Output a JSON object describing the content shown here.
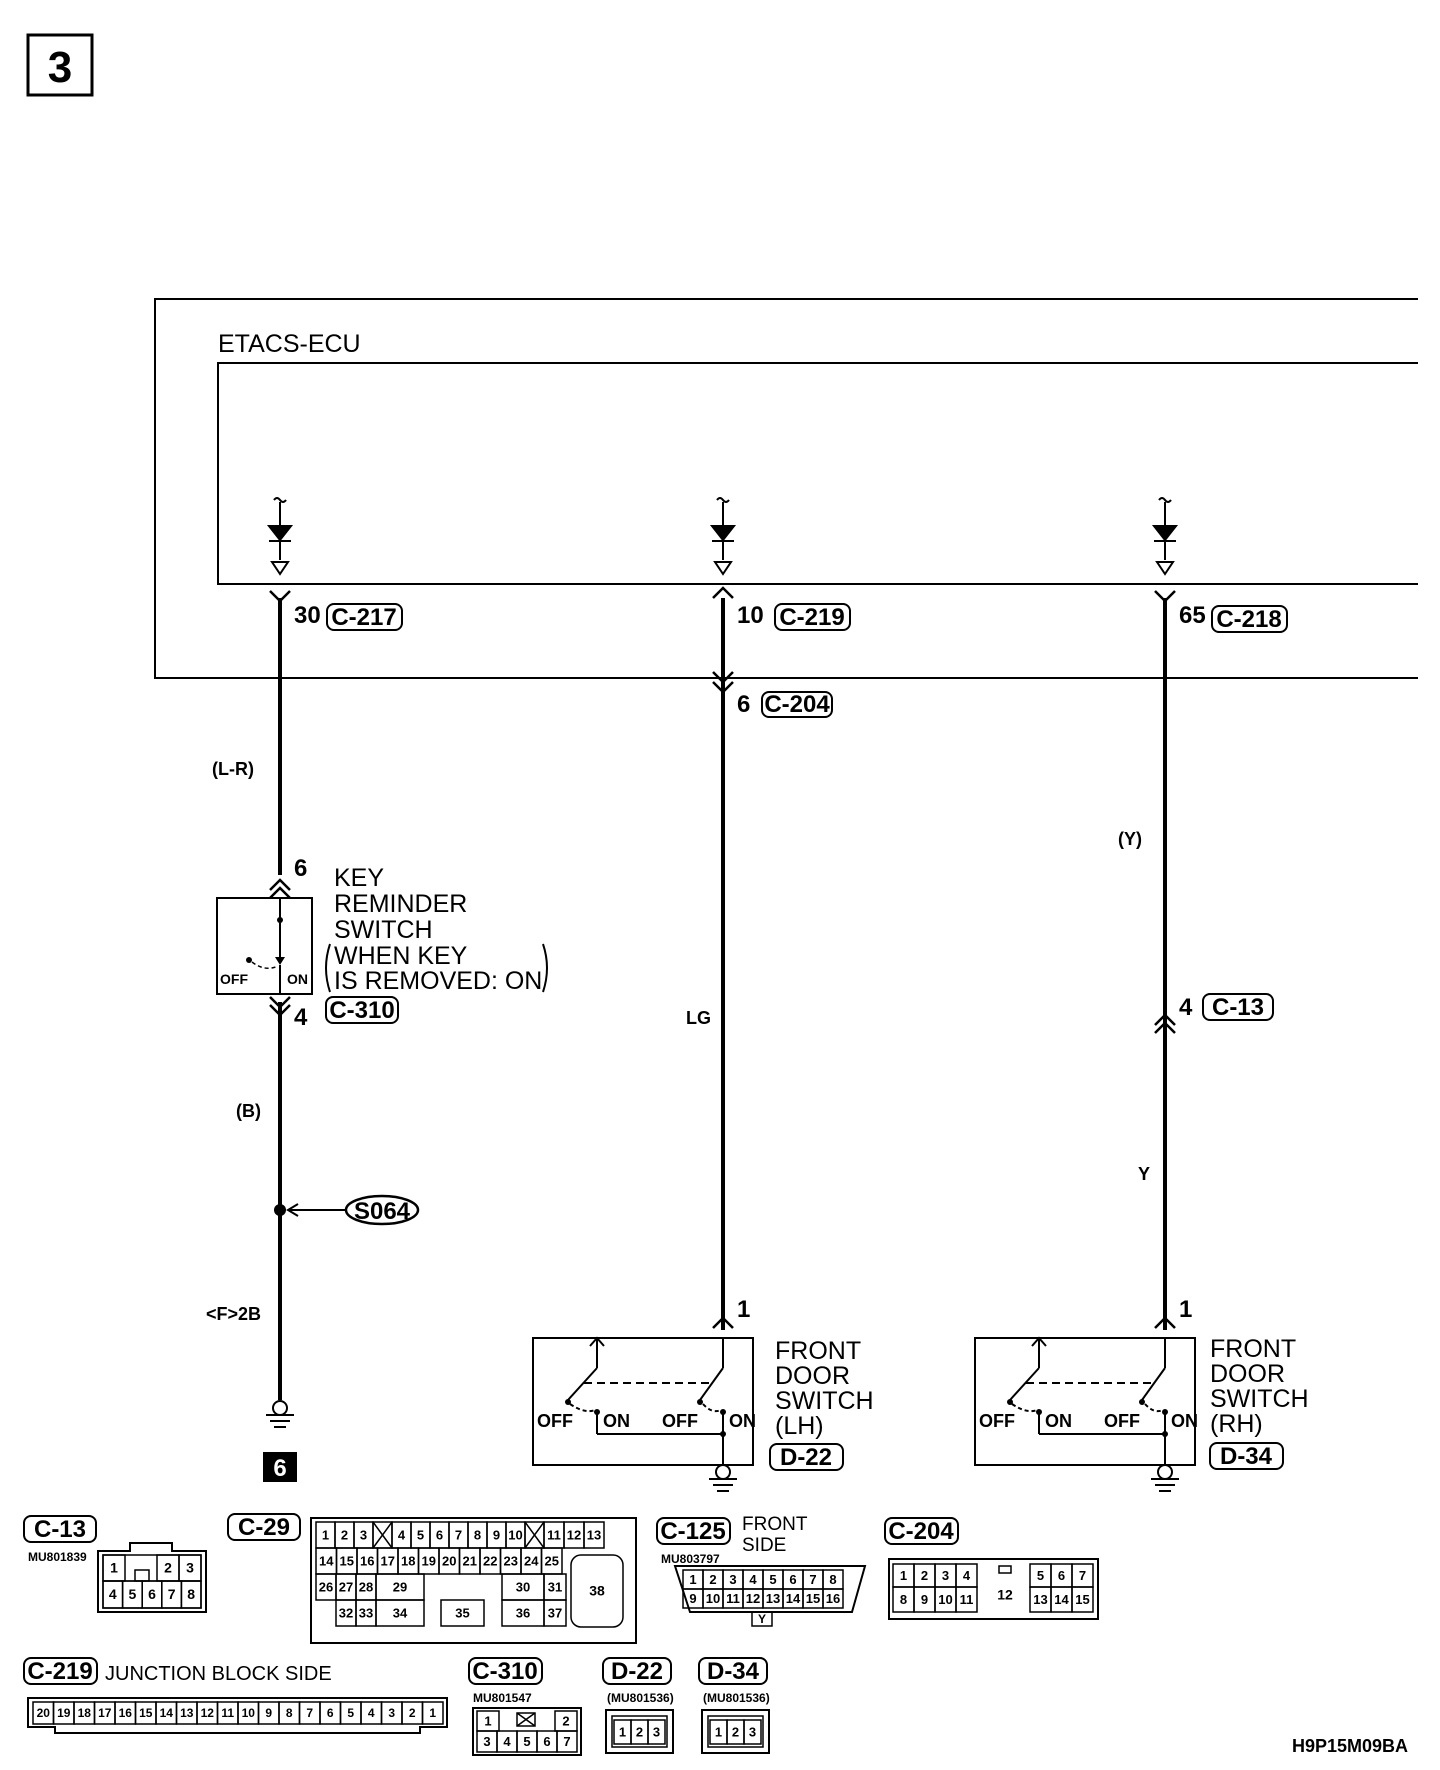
{
  "page_badge": "3",
  "ecu": {
    "title": "ETACS-ECU"
  },
  "ecu_terminals": [
    {
      "pin": "30",
      "connector": "C-217"
    },
    {
      "pin": "10",
      "connector": "C-219"
    },
    {
      "pin": "65",
      "connector": "C-218"
    }
  ],
  "joint": {
    "pin": "6",
    "connector": "C-204"
  },
  "wires": {
    "l_r": "(L-R)",
    "b": "(B)",
    "lg": "LG",
    "y_paren": "(Y)",
    "y": "Y"
  },
  "key_reminder": {
    "pin_top": "6",
    "pin_bottom": "4",
    "connector": "C-310",
    "name_lines": [
      "KEY",
      "REMINDER",
      "SWITCH"
    ],
    "cond_lines": [
      "WHEN KEY",
      "IS REMOVED: ON"
    ],
    "off": "OFF",
    "on": "ON"
  },
  "splice": "S064",
  "ground_point": "<F>2B",
  "ground_badge": "6",
  "y_inline": {
    "pin": "4",
    "connector": "C-13"
  },
  "door_lh": {
    "pin": "1",
    "name_lines": [
      "FRONT",
      "DOOR",
      "SWITCH",
      "(LH)"
    ],
    "connector": "D-22",
    "off": "OFF",
    "on": "ON"
  },
  "door_rh": {
    "pin": "1",
    "name_lines": [
      "FRONT",
      "DOOR",
      "SWITCH",
      "(RH)"
    ],
    "connector": "D-34",
    "off": "OFF",
    "on": "ON"
  },
  "connectors": {
    "c13": {
      "label": "C-13",
      "part": "MU801839",
      "row1": [
        "1",
        "2",
        "3"
      ],
      "row2": [
        "4",
        "5",
        "6",
        "7",
        "8"
      ]
    },
    "c29": {
      "label": "C-29",
      "row1": [
        "1",
        "2",
        "3",
        "4",
        "5",
        "6",
        "7",
        "8",
        "9",
        "10",
        "11",
        "12",
        "13"
      ],
      "row2": [
        "14",
        "15",
        "16",
        "17",
        "18",
        "19",
        "20",
        "21",
        "22",
        "23",
        "24",
        "25"
      ],
      "row3": [
        "26",
        "27",
        "28",
        "29",
        "30",
        "31"
      ],
      "row4": [
        "32",
        "33",
        "34",
        "35",
        "36",
        "37"
      ],
      "big": "38"
    },
    "c125": {
      "label": "C-125",
      "side_lines": [
        "FRONT",
        "SIDE"
      ],
      "part": "MU803797",
      "row1": [
        "1",
        "2",
        "3",
        "4",
        "5",
        "6",
        "7",
        "8"
      ],
      "row2": [
        "9",
        "10",
        "11",
        "12",
        "13",
        "14",
        "15",
        "16"
      ],
      "key": "Y"
    },
    "c204": {
      "label": "C-204",
      "row1a": [
        "1",
        "2",
        "3",
        "4"
      ],
      "row1b": [
        "5",
        "6",
        "7"
      ],
      "row2a": [
        "8",
        "9",
        "10",
        "11"
      ],
      "mid": "12",
      "row2b": [
        "13",
        "14",
        "15"
      ]
    },
    "c219": {
      "label": "C-219",
      "side": "JUNCTION BLOCK SIDE",
      "pins": [
        "20",
        "19",
        "18",
        "17",
        "16",
        "15",
        "14",
        "13",
        "12",
        "11",
        "10",
        "9",
        "8",
        "7",
        "6",
        "5",
        "4",
        "3",
        "2",
        "1"
      ]
    },
    "c310": {
      "label": "C-310",
      "part": "MU801547",
      "row1": [
        "1",
        "2"
      ],
      "row2": [
        "3",
        "4",
        "5",
        "6",
        "7"
      ]
    },
    "d22": {
      "label": "D-22",
      "part": "(MU801536)",
      "pins": [
        "1",
        "2",
        "3"
      ]
    },
    "d34": {
      "label": "D-34",
      "part": "(MU801536)",
      "pins": [
        "1",
        "2",
        "3"
      ]
    }
  },
  "figure_code": "H9P15M09BA"
}
